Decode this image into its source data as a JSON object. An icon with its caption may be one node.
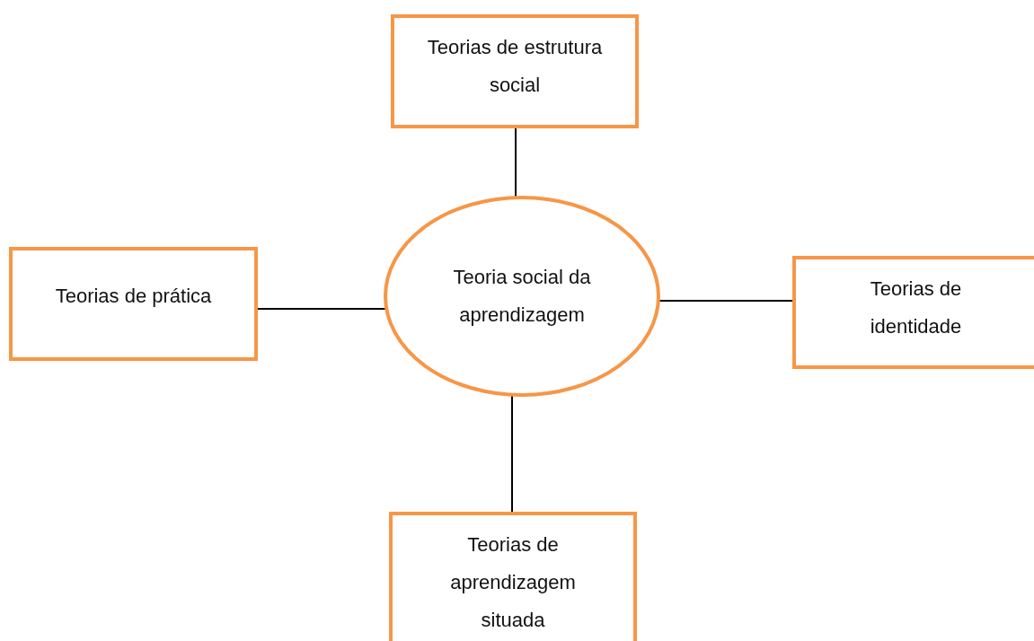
{
  "diagram": {
    "nodes": [
      {
        "text": [
          "Teoria social da aprendizagem"
        ]
      },
      {
        "text": [
          "Teorias de estrutura social"
        ]
      },
      {
        "text": [
          "Teorias de prática"
        ]
      },
      {
        "text": [
          "Teorias de identidade"
        ]
      },
      {
        "text": [
          "Teorias de aprendizagem situada"
        ]
      }
    ],
    "edges": [
      {
        "from": 0,
        "to": 1,
        "arrow": "none"
      },
      {
        "from": 0,
        "to": 2,
        "arrow": "none"
      },
      {
        "from": 0,
        "to": 3,
        "arrow": "none"
      },
      {
        "from": 0,
        "to": 4,
        "arrow": "none"
      }
    ]
  }
}
